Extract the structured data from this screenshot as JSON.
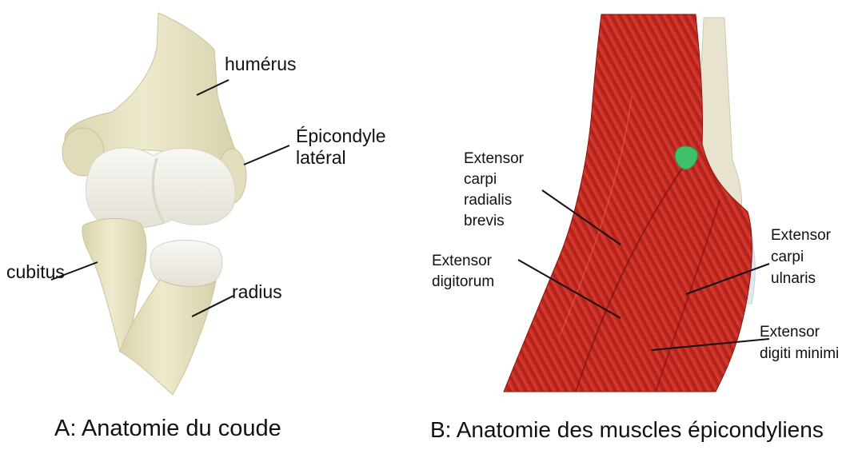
{
  "panel_a": {
    "labels": {
      "humerus": "humérus",
      "epicondyle_line1": "Épicondyle",
      "epicondyle_line2": "latéral",
      "cubitus": "cubitus",
      "radius": "radius"
    },
    "caption": "A: Anatomie du coude"
  },
  "panel_b": {
    "labels": {
      "ecrb": [
        "Extensor",
        "carpi",
        "radialis",
        "brevis"
      ],
      "ed": [
        "Extensor",
        "digitorum"
      ],
      "ecu": [
        "Extensor",
        "carpi",
        "ulnaris"
      ],
      "edm": [
        "Extensor",
        "digiti minimi"
      ]
    },
    "caption": "B: Anatomie des muscles épicondyliens"
  },
  "colors": {
    "bone": "#ece8c8",
    "cartilage": "#f2f0ea",
    "muscle": "#c8261f",
    "tendon": "#e8e4d2",
    "epicondyle_highlight": "#3fc06a"
  }
}
